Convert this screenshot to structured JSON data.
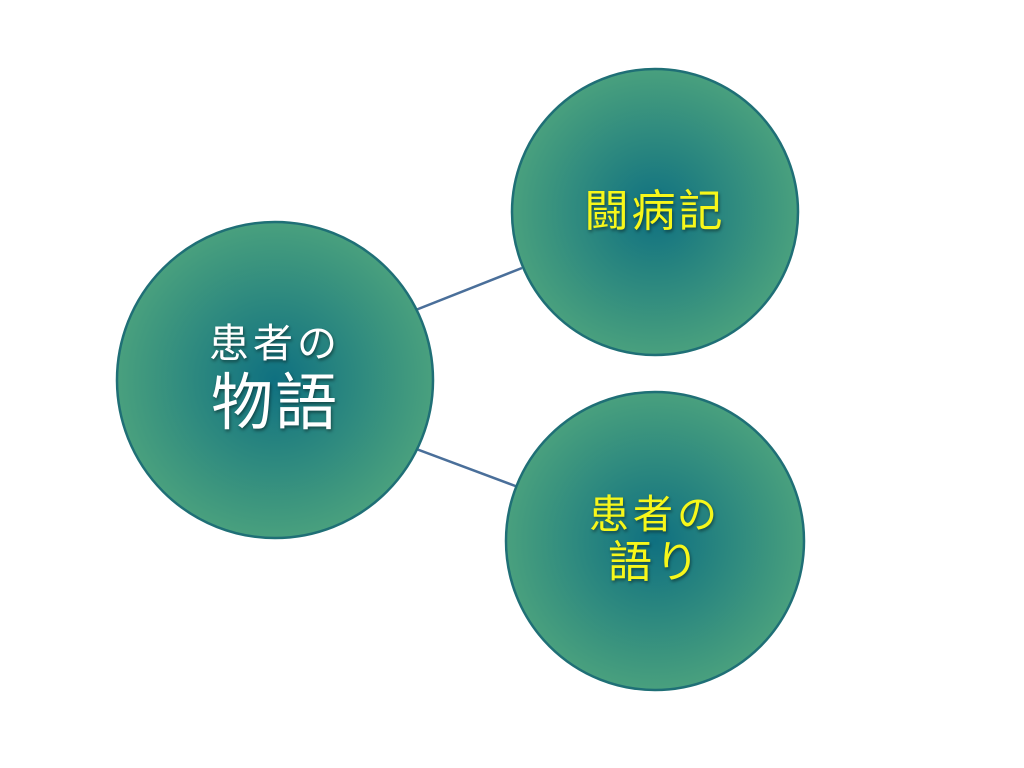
{
  "colors": {
    "circle_center": "#0f7080",
    "circle_edge": "#49a07e",
    "circle_stroke": "#1f6f76",
    "connector": "#4a6f9a",
    "main_text": "#ffffff",
    "accent_text": "#f7f71a"
  },
  "nodes": {
    "center": {
      "line1": "患者の",
      "line2": "物語"
    },
    "top_right": {
      "line1": "闘病記"
    },
    "bottom_right": {
      "line1": "患者の",
      "line2": "語り"
    }
  }
}
